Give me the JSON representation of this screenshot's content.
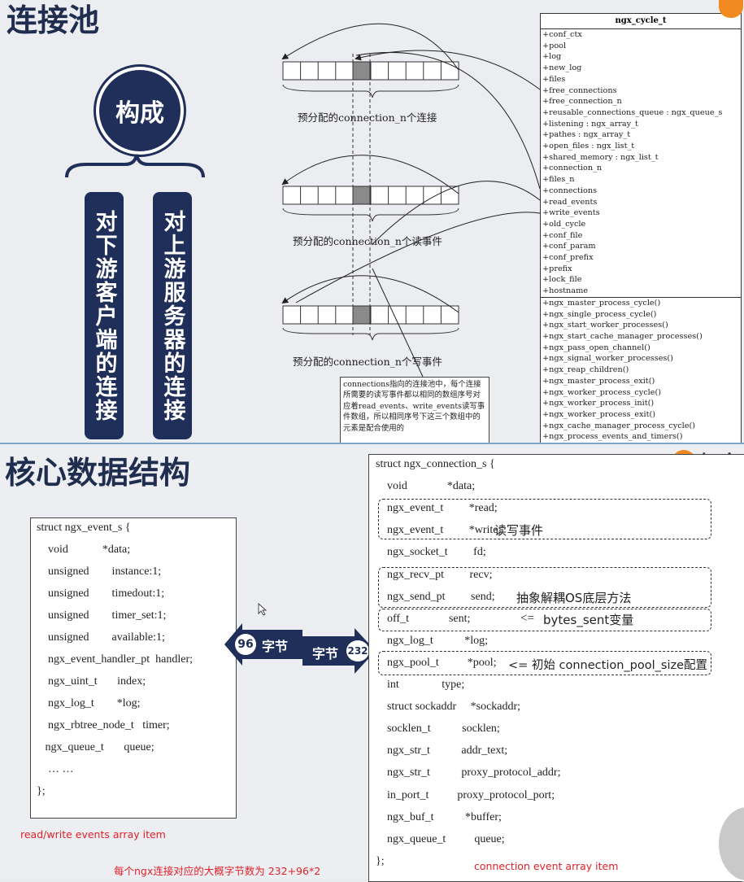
{
  "slide1": {
    "title": "连接池",
    "circle_label": "构成",
    "pill_left": "对下游客户端的连接",
    "pill_right": "对上游服务器的连接",
    "uml": {
      "header": "ngx_cycle_t",
      "fields": [
        "+conf_ctx",
        "+pool",
        "+log",
        "+new_log",
        "+files",
        "+free_connections",
        "+free_connection_n",
        "+reusable_connections_queue : ngx_queue_s",
        "+listening : ngx_array_t",
        "+pathes : ngx_array_t",
        "+open_files : ngx_list_t",
        "+shared_memory : ngx_list_t",
        "+connection_n",
        "+files_n",
        "+connections",
        "+read_events",
        "+write_events",
        "+old_cycle",
        "+conf_file",
        "+conf_param",
        "+conf_prefix",
        "+prefix",
        "+lock_file",
        "+hostname"
      ],
      "methods": [
        "+ngx_master_process_cycle()",
        "+ngx_single_process_cycle()",
        "+ngx_start_worker_processes()",
        "+ngx_start_cache_manager_processes()",
        "+ngx_pass_open_channel()",
        "+ngx_signal_worker_processes()",
        "+ngx_reap_children()",
        "+ngx_master_process_exit()",
        "+ngx_worker_process_cycle()",
        "+ngx_worker_process_init()",
        "+ngx_worker_process_exit()",
        "+ngx_cache_manager_process_cycle()",
        "+ngx_process_events_and_timers()"
      ]
    },
    "captions": [
      "预分配的connection_n个连接",
      "预分配的connection_n个读事件",
      "预分配的connection_n个写事件"
    ],
    "note": "connections指向的连接池中，每个连接所需要的读写事件都以相同的数组序号对应着read_events、write_events读写事件数组，所以相同序号下这三个数组中的元素是配合使用的"
  },
  "slide2": {
    "title": "核心数据结构",
    "logo_text": "极客",
    "event_struct": {
      "lines": [
        "struct ngx_event_s {",
        "    void            *data;",
        "    unsigned        instance:1;",
        "    unsigned        timedout:1;",
        "    unsigned        timer_set:1;",
        "    unsigned        available:1;",
        "    ngx_event_handler_pt  handler;",
        "    ngx_uint_t       index;",
        "    ngx_log_t        *log;",
        "    ngx_rbtree_node_t   timer;",
        "   ngx_queue_t       queue;",
        "    … …",
        "};"
      ]
    },
    "conn_struct": {
      "lines": [
        "struct ngx_connection_s {",
        "    void              *data;",
        "    ngx_event_t         *read;",
        "    ngx_event_t         *write;",
        "    ngx_socket_t         fd;",
        "    ngx_recv_pt         recv;",
        "    ngx_send_pt         send;",
        "    off_t              sent;",
        "    ngx_log_t           *log;",
        "    ngx_pool_t          *pool;",
        "    int               type;",
        "    struct sockaddr     *sockaddr;",
        "    socklen_t           socklen;",
        "    ngx_str_t           addr_text;",
        "    ngx_str_t           proxy_protocol_addr;",
        "    in_port_t          proxy_protocol_port;",
        "    ngx_buf_t           *buffer;",
        "    ngx_queue_t          queue;",
        "};"
      ],
      "anno_rw": "读写事件",
      "anno_os": "抽象解耦OS底层方法",
      "anno_sent_arrow": "<=",
      "anno_sent": "bytes_sent变量",
      "anno_pool": "<= 初始 connection_pool_size配置"
    },
    "arrow_left_num": "96",
    "arrow_left_label": "字节",
    "arrow_right_num": "232",
    "arrow_right_label": "字节",
    "caption_event": "read/write events array item",
    "caption_total": "每个ngx连接对应的大概字节数为 232+96*2",
    "caption_conn": "connection event array item"
  }
}
